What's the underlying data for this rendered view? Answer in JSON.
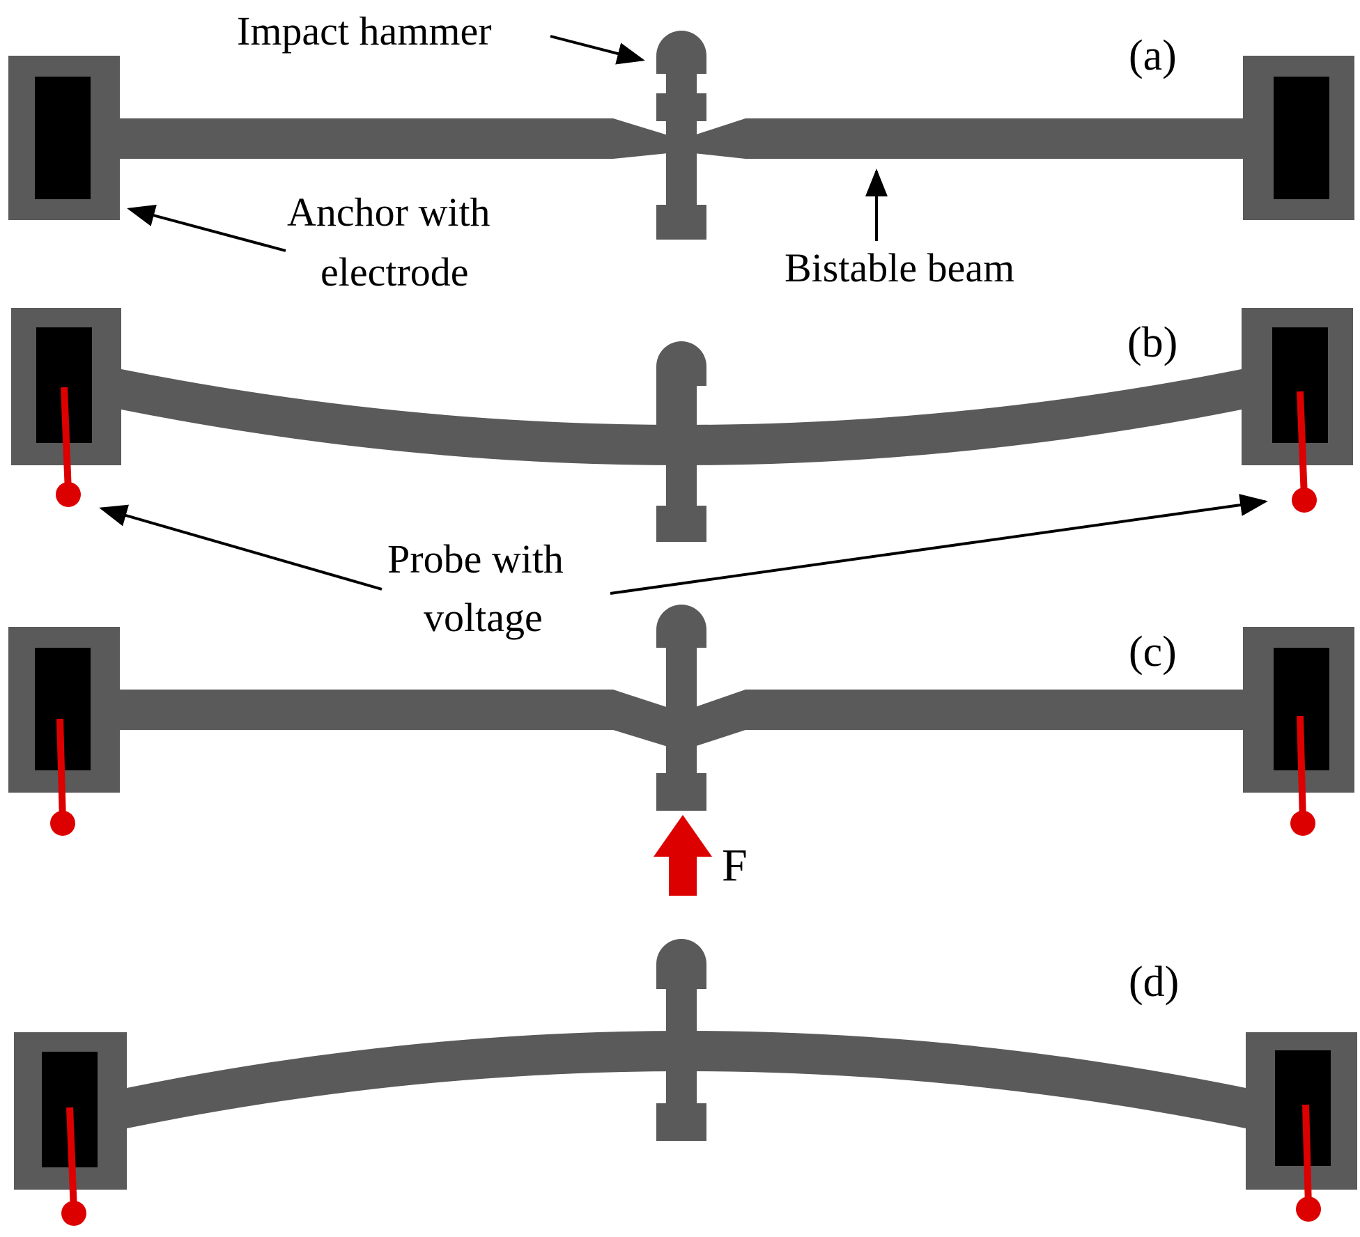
{
  "colors": {
    "structure": "#5a5a5a",
    "electrode": "#000000",
    "probe": "#dd0000",
    "force_arrow": "#dd0000",
    "annotation": "#000000"
  },
  "panels": {
    "a": {
      "label": "(a)",
      "beam_state": "initial, hammer pre-bent",
      "probes": false
    },
    "b": {
      "label": "(b)",
      "beam_state": "buckled downward",
      "probes": true
    },
    "c": {
      "label": "(c)",
      "beam_state": "straightened under force",
      "probes": true
    },
    "d": {
      "label": "(d)",
      "beam_state": "buckled upward",
      "probes": true
    }
  },
  "annotations": {
    "impact_hammer": "Impact hammer",
    "anchor_line1": "Anchor with",
    "anchor_line2": "electrode",
    "bistable_beam": "Bistable beam",
    "probe_line1": "Probe with",
    "probe_line2": "voltage",
    "force": "F"
  }
}
